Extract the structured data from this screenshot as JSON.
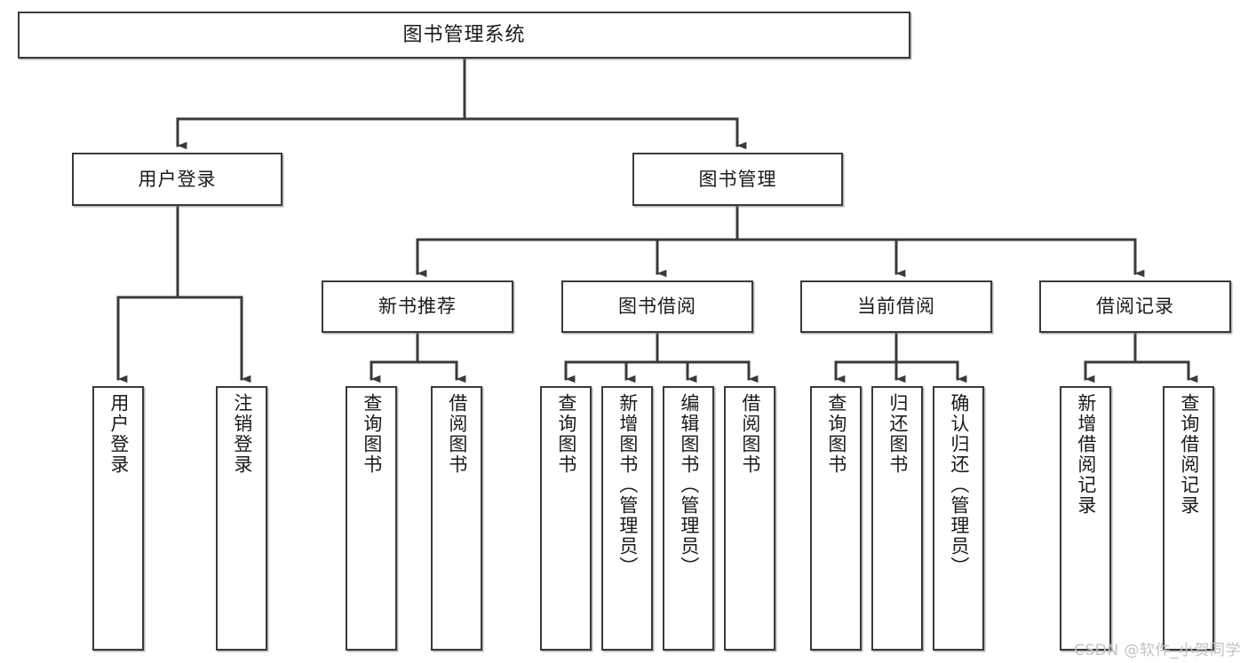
{
  "diagram": {
    "title": "图书管理系统",
    "type": "tree",
    "watermark": "CSDN @软件_小贺同学",
    "colors": {
      "border": "#3a3a3a",
      "background": "#ffffff",
      "text": "#1a1a1a",
      "edge": "#3a3a3a",
      "watermark": "#c2c2c2"
    },
    "root": {
      "label": "图书管理系统"
    },
    "level2": [
      {
        "id": "user-login",
        "label": "用户登录"
      },
      {
        "id": "book-manage",
        "label": "图书管理"
      }
    ],
    "level3": [
      {
        "id": "new-book-recommend",
        "label": "新书推荐"
      },
      {
        "id": "book-borrow",
        "label": "图书借阅"
      },
      {
        "id": "current-borrow",
        "label": "当前借阅"
      },
      {
        "id": "borrow-record",
        "label": "借阅记录"
      }
    ],
    "leaves": [
      {
        "id": "leaf-user-login",
        "label": "用户登录",
        "parent": "user-login"
      },
      {
        "id": "leaf-logout-login",
        "label": "注销登录",
        "parent": "user-login"
      },
      {
        "id": "leaf-query-book-1",
        "label": "查询图书",
        "parent": "new-book-recommend"
      },
      {
        "id": "leaf-borrow-book-1",
        "label": "借阅图书",
        "parent": "new-book-recommend"
      },
      {
        "id": "leaf-query-book-2",
        "label": "查询图书",
        "parent": "book-borrow"
      },
      {
        "id": "leaf-add-book",
        "label": "新增图书（管理员）",
        "parent": "book-borrow"
      },
      {
        "id": "leaf-edit-book",
        "label": "编辑图书（管理员）",
        "parent": "book-borrow"
      },
      {
        "id": "leaf-borrow-book-2",
        "label": "借阅图书",
        "parent": "book-borrow"
      },
      {
        "id": "leaf-query-book-3",
        "label": "查询图书",
        "parent": "current-borrow"
      },
      {
        "id": "leaf-return-book",
        "label": "归还图书",
        "parent": "current-borrow"
      },
      {
        "id": "leaf-confirm-return",
        "label": "确认归还（管理员）",
        "parent": "current-borrow"
      },
      {
        "id": "leaf-add-record",
        "label": "新增借阅记录",
        "parent": "borrow-record"
      },
      {
        "id": "leaf-query-record",
        "label": "查询借阅记录",
        "parent": "borrow-record"
      }
    ]
  }
}
